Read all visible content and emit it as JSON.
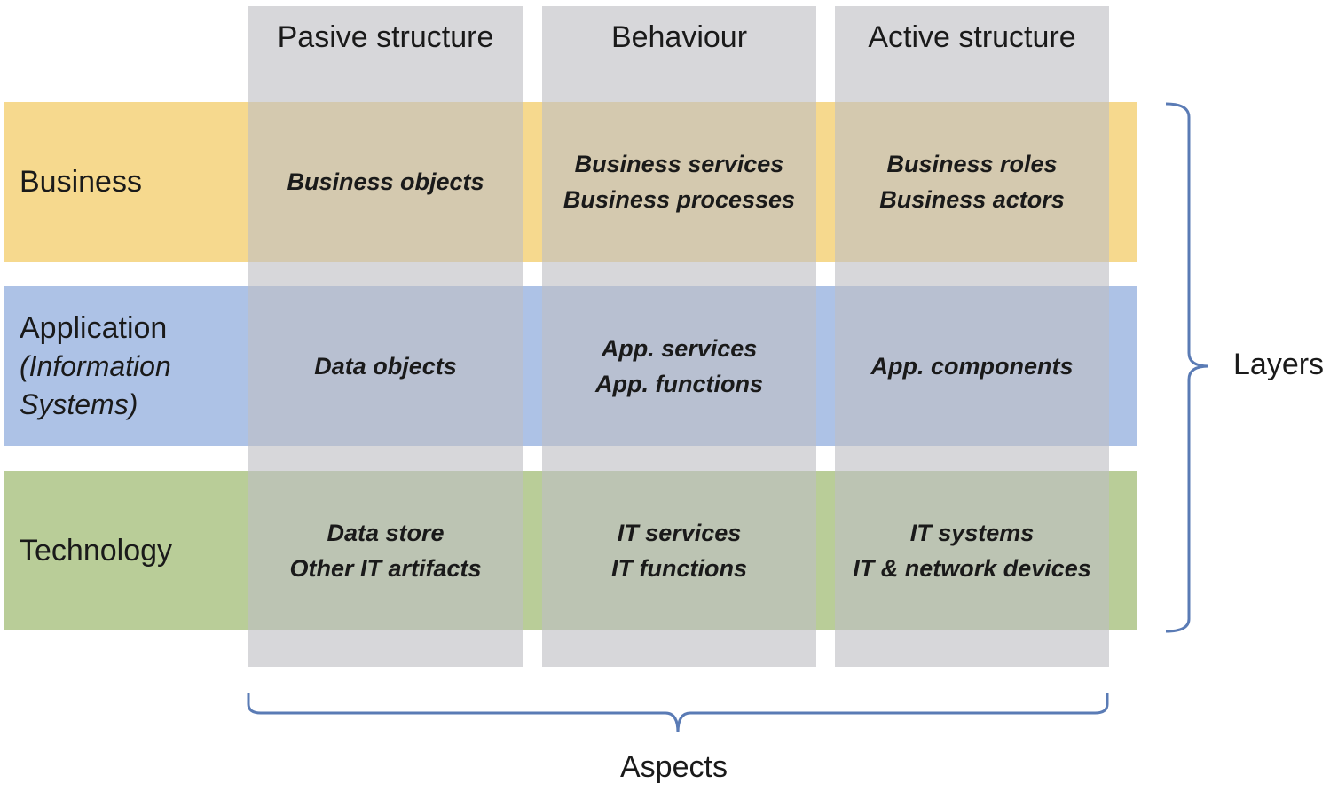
{
  "colors": {
    "business_band": "#f6d98e",
    "application_band": "#adc2e6",
    "technology_band": "#b9cd98",
    "column_overlay": "#bebec4",
    "bracket": "#5a7bb5",
    "text": "#1a1a1a"
  },
  "columns": [
    {
      "label": "Pasive structure"
    },
    {
      "label": "Behaviour"
    },
    {
      "label": "Active structure"
    }
  ],
  "rows": [
    {
      "label": "Business",
      "sub1": "",
      "sub2": ""
    },
    {
      "label": "Application",
      "sub1": "(Information",
      "sub2": "Systems)"
    },
    {
      "label": "Technology",
      "sub1": "",
      "sub2": ""
    }
  ],
  "cells": {
    "business": [
      {
        "line1": "Business objects",
        "line2": ""
      },
      {
        "line1": "Business services",
        "line2": "Business processes"
      },
      {
        "line1": "Business roles",
        "line2": "Business actors"
      }
    ],
    "application": [
      {
        "line1": "Data objects",
        "line2": ""
      },
      {
        "line1": "App. services",
        "line2": "App. functions"
      },
      {
        "line1": "App. components",
        "line2": ""
      }
    ],
    "technology": [
      {
        "line1": "Data store",
        "line2": "Other IT artifacts"
      },
      {
        "line1": "IT services",
        "line2": "IT functions"
      },
      {
        "line1": "IT systems",
        "line2": "IT & network devices"
      }
    ]
  },
  "brackets": {
    "layers_label": "Layers",
    "aspects_label": "Aspects"
  }
}
